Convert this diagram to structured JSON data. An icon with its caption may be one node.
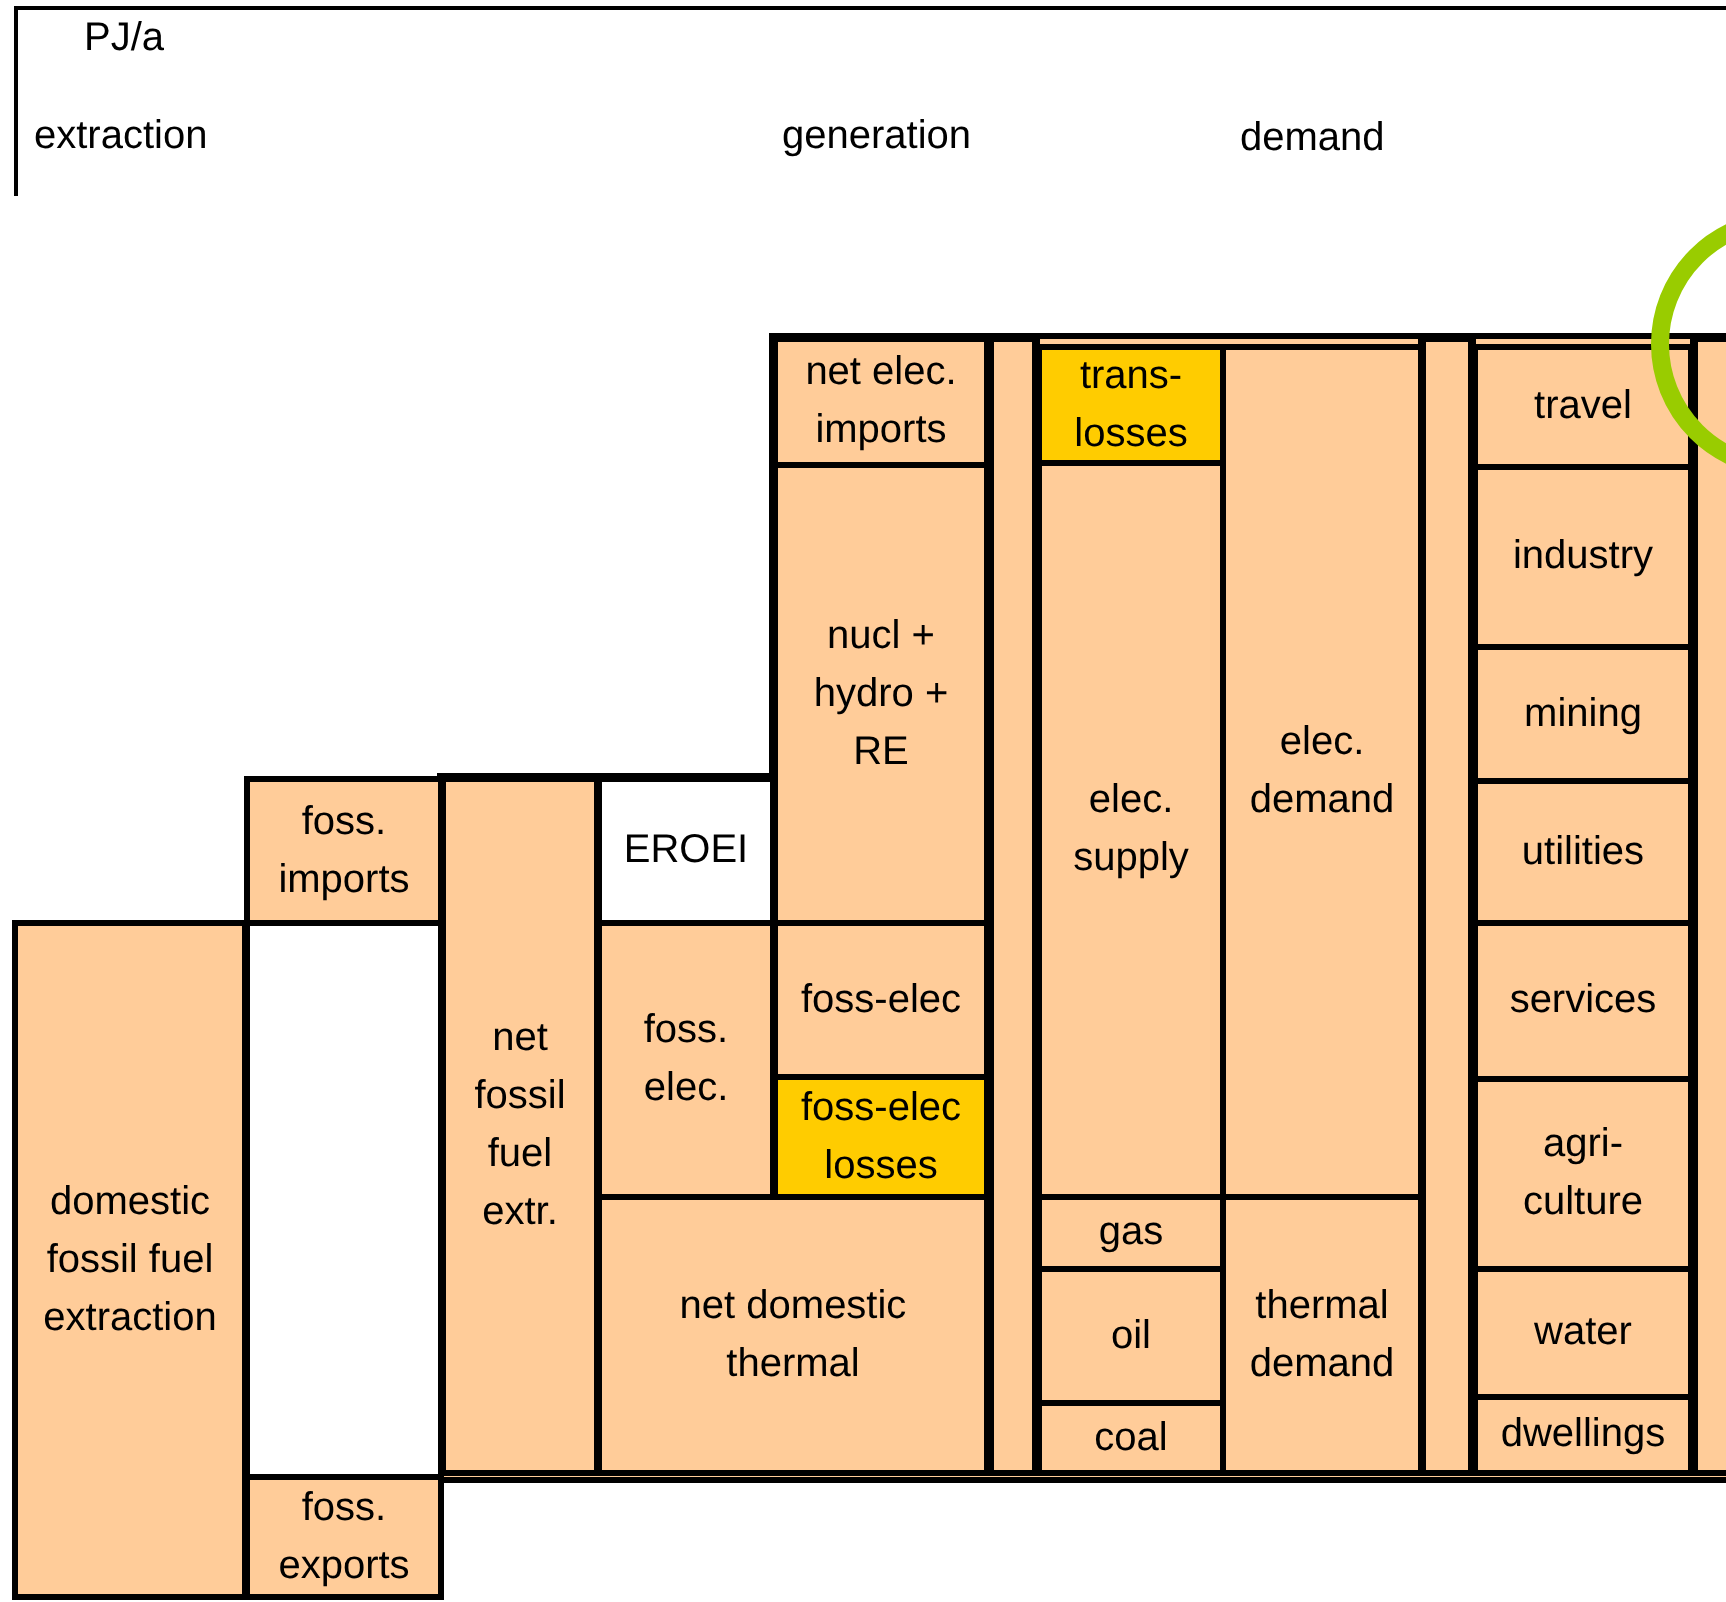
{
  "diagram": {
    "nodes": [
      {
        "text": [
          "domestic fossil fuel extraction"
        ]
      },
      {
        "text": [
          "foss. imports"
        ]
      },
      {
        "text": [],
        "shape": "box"
      },
      {
        "text": [
          "foss. exports"
        ]
      },
      {
        "text": [
          "net fossil fuel extr."
        ]
      },
      {
        "text": [
          "EROEI"
        ]
      },
      {
        "text": [
          "foss. elec."
        ]
      },
      {
        "text": [
          "net elec. imports"
        ]
      },
      {
        "text": [
          "nucl + hydro + RE"
        ]
      },
      {
        "text": [
          "foss-elec"
        ]
      },
      {
        "text": [
          "foss-elec losses"
        ]
      },
      {
        "text": [
          "net domestic thermal"
        ]
      },
      {
        "text": [],
        "shape": "bar"
      },
      {
        "text": [
          "trans- losses"
        ]
      },
      {
        "text": [
          "elec. supply"
        ]
      },
      {
        "text": [
          "gas"
        ]
      },
      {
        "text": [
          "oil"
        ]
      },
      {
        "text": [
          "coal"
        ]
      },
      {
        "text": [
          "elec. demand"
        ]
      },
      {
        "text": [
          "thermal demand"
        ]
      },
      {
        "text": [],
        "shape": "bar"
      },
      {
        "text": [
          "travel"
        ]
      },
      {
        "text": [
          "industry"
        ]
      },
      {
        "text": [
          "mining"
        ]
      },
      {
        "text": [
          "utilities"
        ]
      },
      {
        "text": [
          "services"
        ]
      },
      {
        "text": [
          "agri- culture"
        ]
      },
      {
        "text": [
          "water"
        ]
      },
      {
        "text": [
          "dwellings"
        ]
      },
      {
        "text": [],
        "shape": "bar"
      }
    ],
    "labels": [
      "PJ/a",
      "extraction",
      "generation",
      "demand"
    ]
  }
}
